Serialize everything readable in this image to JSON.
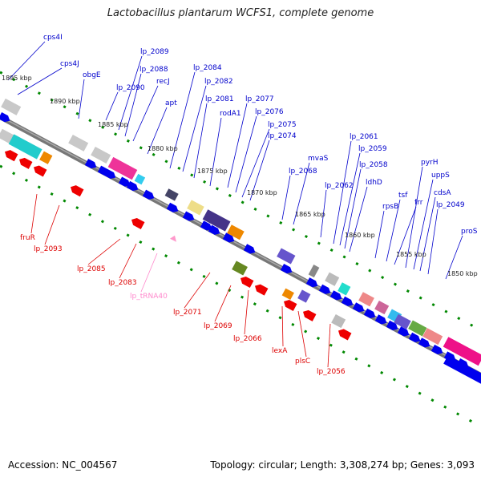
{
  "title": "Lactobacillus plantarum WCFS1, complete genome",
  "footer": {
    "accession": "Accession: NC_004567",
    "topology": "Topology: circular; Length: 3,308,274 bp; Genes: 3,093"
  },
  "colors": {
    "forward_label": "#0000cc",
    "reverse_label": "#dd0000",
    "trna_label": "#ff88cc",
    "forward_arrow": "#0000ee",
    "reverse_arrow": "#ee0000",
    "backbone": "#808080",
    "tick_green": "#008800"
  },
  "ticks": [
    "1895 kbp",
    "1890 kbp",
    "1885 kbp",
    "1880 kbp",
    "1875 kbp",
    "1870 kbp",
    "1865 kbp",
    "1860 kbp",
    "1855 kbp",
    "1850 kbp"
  ],
  "forward_labels": [
    "cps4I",
    "cps4J",
    "obgE",
    "lp_2090",
    "lp_2089",
    "lp_2088",
    "recJ",
    "apt",
    "lp_2084",
    "lp_2082",
    "lp_2081",
    "rodA1",
    "lp_2077",
    "lp_2076",
    "lp_2075",
    "lp_2074",
    "lp_2068",
    "mvaS",
    "lp_2062",
    "lp_2061",
    "lp_2059",
    "lp_2058",
    "ldhD",
    "rpsB",
    "tsf",
    "frr",
    "pyrH",
    "uppS",
    "cdsA",
    "lp_2049",
    "proS"
  ],
  "reverse_labels": [
    "fruR",
    "lp_2093",
    "lp_2085",
    "lp_2083",
    "lp_tRNA40",
    "lp_2071",
    "lp_2069",
    "lp_2066",
    "lexA",
    "plsC",
    "lp_2056"
  ]
}
